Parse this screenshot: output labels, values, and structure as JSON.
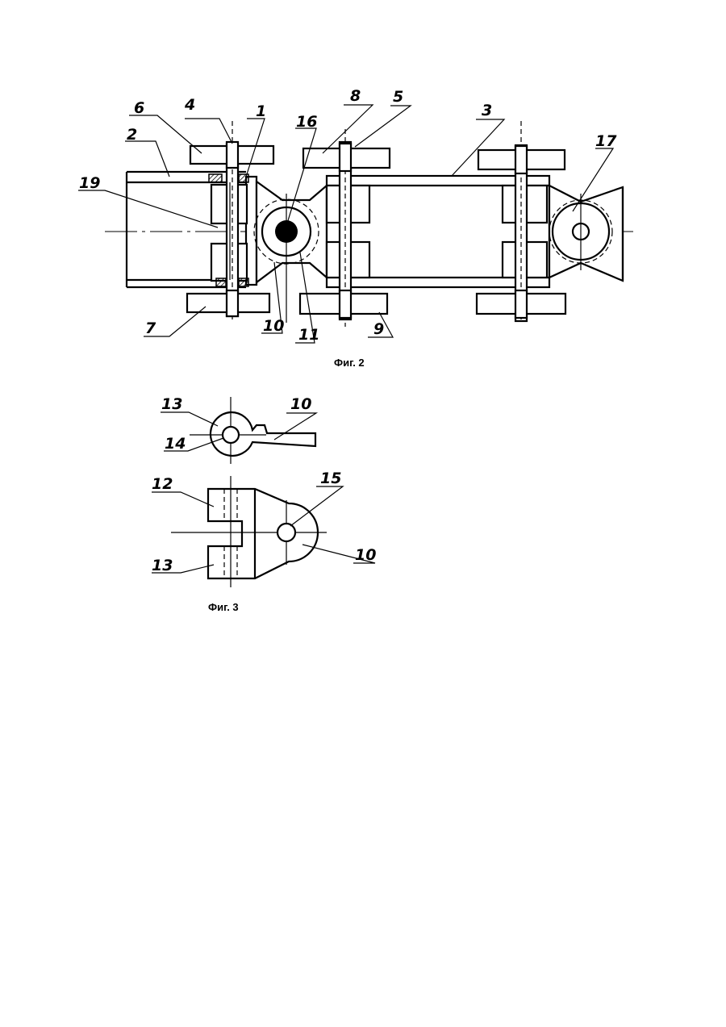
{
  "figures": [
    {
      "caption": "Фиг. 2"
    },
    {
      "caption": "Фиг. 3"
    }
  ],
  "labels": {
    "fig2": [
      "1",
      "2",
      "3",
      "4",
      "5",
      "6",
      "7",
      "8",
      "9",
      "10",
      "11",
      "16",
      "17",
      "19"
    ],
    "fig3": [
      "10",
      "12",
      "13",
      "13",
      "14",
      "15",
      "10"
    ]
  }
}
